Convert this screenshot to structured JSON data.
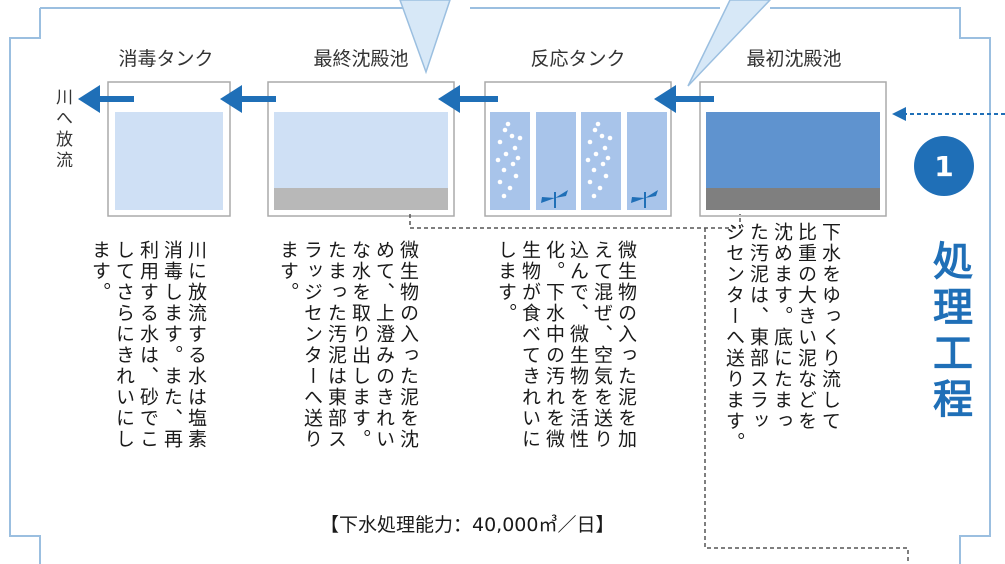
{
  "title": "処理工程",
  "step_number": "1",
  "river_label": "川へ放流",
  "capacity": "【下水処理能力：40,000㎥／日】",
  "colors": {
    "accent": "#1f6fb7",
    "frame": "#9bbfe0",
    "water_light": "#cfe0f5",
    "water_mid": "#a8c4ea",
    "water_deep": "#5f93cf",
    "sludge": "#b8b8b8",
    "sludge_dark": "#7f7f7f"
  },
  "stages": [
    {
      "label": "消毒タンク",
      "desc": "川に放流する水は塩素\n消毒します。また、再\n利用する水は、砂でこ\nしてさらにきれいにし\nます。"
    },
    {
      "label": "最終沈殿池",
      "desc": "微生物の入った泥を沈\nめて、上澄みのきれい\nな水を取り出します。\nたまった汚泥は東部ス\nラッジセンターへ送り\nます。"
    },
    {
      "label": "反応タンク",
      "desc": "微生物の入った泥を加\nえて混ぜ、空気を送り\n込んで、微生物を活性\n化。下水中の汚れを微\n生物が食べてきれいに\nします。"
    },
    {
      "label": "最初沈殿池",
      "desc": "下水をゆっくり流して\n比重の大きい泥などを\n沈めます。底にたまっ\nた汚泥は、東部スラッ\nジセンターへ送ります。"
    }
  ]
}
